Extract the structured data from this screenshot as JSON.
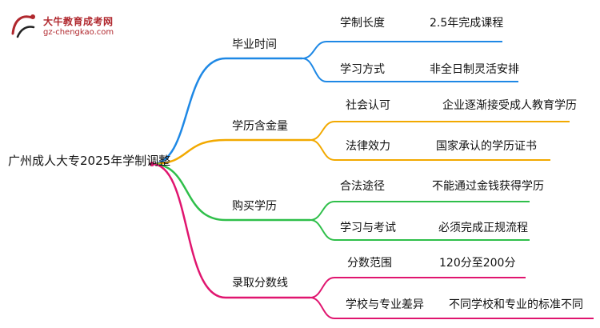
{
  "logo": {
    "title": "大牛教育成考网",
    "url": "gz-chengkao.com",
    "colors": {
      "accent": "#b0272d"
    }
  },
  "root": {
    "label": "广州成人大专2025年学制调整"
  },
  "branches": [
    {
      "label": "毕业时间",
      "color": "#1e88e5",
      "children": [
        {
          "label": "学制长度",
          "value": "2.5年完成课程"
        },
        {
          "label": "学习方式",
          "value": "非全日制灵活安排"
        }
      ]
    },
    {
      "label": "学历含金量",
      "color": "#f2a900",
      "children": [
        {
          "label": "社会认可",
          "value": "企业逐渐接受成人教育学历"
        },
        {
          "label": "法律效力",
          "value": "国家承认的学历证书"
        }
      ]
    },
    {
      "label": "购买学历",
      "color": "#2fbf4a",
      "children": [
        {
          "label": "合法途径",
          "value": "不能通过金钱获得学历"
        },
        {
          "label": "学习与考试",
          "value": "必须完成正规流程"
        }
      ]
    },
    {
      "label": "录取分数线",
      "color": "#e0156f",
      "children": [
        {
          "label": "分数范围",
          "value": "120分至200分"
        },
        {
          "label": "学校与专业差异",
          "value": "不同学校和专业的标准不同"
        }
      ]
    }
  ]
}
